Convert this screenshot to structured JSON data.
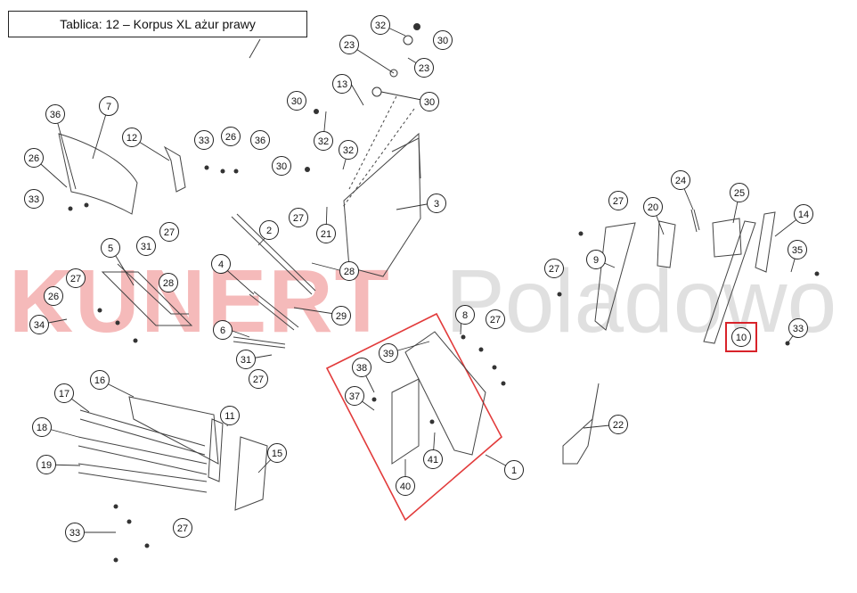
{
  "header": {
    "title": "Tablica: 12 – Korpus XL ażur prawy"
  },
  "watermark": {
    "brand": "KUNERT",
    "suffix": "Poladowo",
    "brand_color": "#e83a3a",
    "suffix_color": "#c8c8c8"
  },
  "highlight": {
    "part": "10",
    "color": "#d8232a"
  },
  "callouts": [
    "1",
    "2",
    "3",
    "4",
    "5",
    "6",
    "7",
    "8",
    "9",
    "10",
    "11",
    "12",
    "13",
    "14",
    "15",
    "16",
    "17",
    "18",
    "19",
    "20",
    "21",
    "22",
    "23",
    "24",
    "25",
    "26",
    "27",
    "28",
    "29",
    "30",
    "31",
    "32",
    "33",
    "34",
    "35",
    "36",
    "37",
    "38",
    "39",
    "40",
    "41"
  ]
}
